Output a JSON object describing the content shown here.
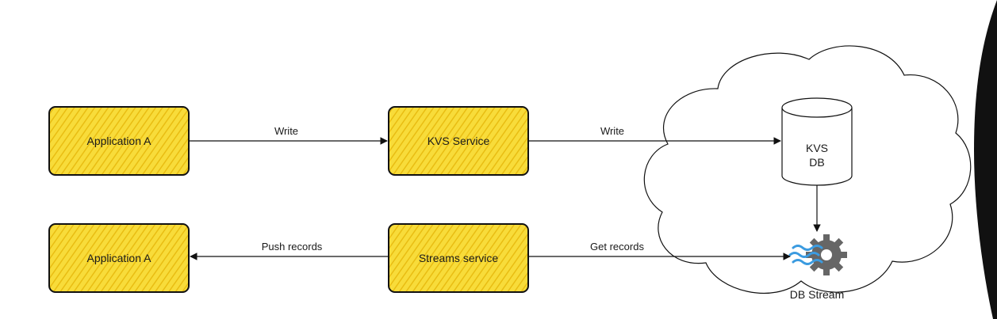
{
  "colors": {
    "box_fill": "#f8dc3a",
    "box_hatch": "#ecc21a",
    "stroke": "#111111",
    "gear": "#666666",
    "waves": "#3b9be0",
    "dark_panel": "#111111"
  },
  "icons": [
    "database-icon",
    "gear-icon",
    "stream-waves-icon",
    "cloud-shape"
  ],
  "nodes": {
    "app_a_top": "Application A",
    "kvs_service": "KVS Service",
    "app_a_bottom": "Application A",
    "streams_service": "Streams service",
    "kvs_db_line1": "KVS",
    "kvs_db_line2": "DB",
    "db_stream": "DB Stream"
  },
  "edges": {
    "app_to_kvs": "Write",
    "kvs_to_db": "Write",
    "streams_to_app": "Push records",
    "stream_to_streams": "Get records"
  }
}
